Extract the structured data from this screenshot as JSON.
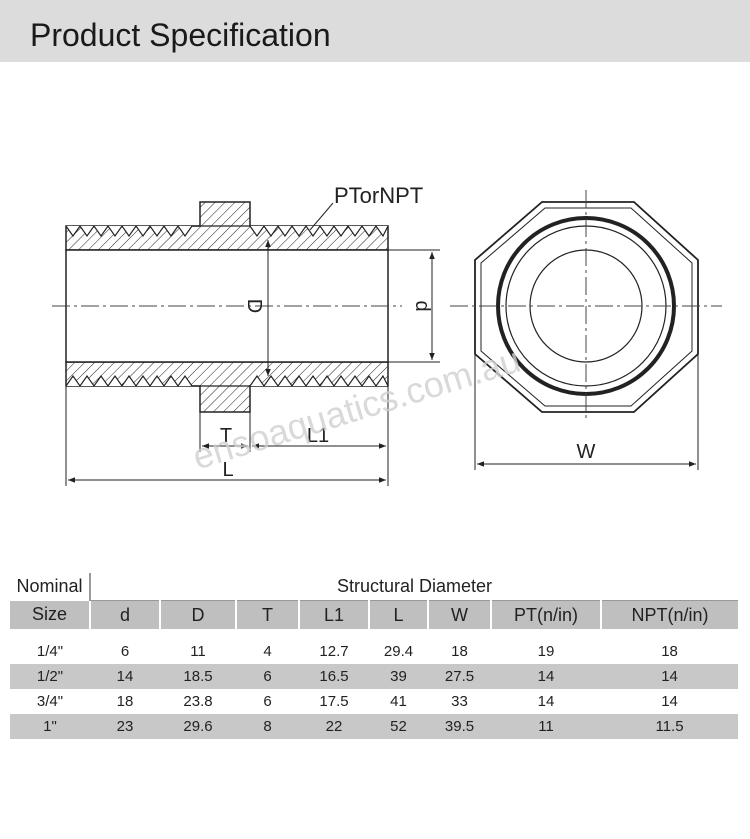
{
  "header": {
    "title": "Product Specification"
  },
  "drawing": {
    "thread_label": "PTorNPT",
    "labels": {
      "D": "D",
      "d": "d",
      "T": "T",
      "L1": "L1",
      "L": "L",
      "W": "W"
    },
    "watermark": "ensoaquatics.com.au"
  },
  "table": {
    "group_headers": {
      "nominal": "Nominal",
      "structural": "Structural Diameter"
    },
    "columns": [
      "Size",
      "d",
      "D",
      "T",
      "L1",
      "L",
      "W",
      "PT(n/in)",
      "NPT(n/in)"
    ],
    "rows": [
      [
        "1/4\"",
        "6",
        "11",
        "4",
        "12.7",
        "29.4",
        "18",
        "19",
        "18"
      ],
      [
        "1/2\"",
        "14",
        "18.5",
        "6",
        "16.5",
        "39",
        "27.5",
        "14",
        "14"
      ],
      [
        "3/4\"",
        "18",
        "23.8",
        "6",
        "17.5",
        "41",
        "33",
        "14",
        "14"
      ],
      [
        "1\"",
        "23",
        "29.6",
        "8",
        "22",
        "52",
        "39.5",
        "11",
        "11.5"
      ]
    ]
  }
}
